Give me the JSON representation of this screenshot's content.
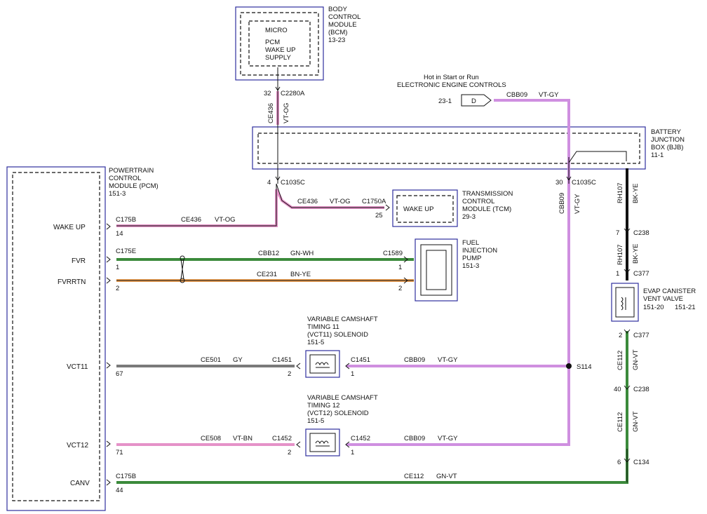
{
  "modules": {
    "bcm": {
      "name": [
        "BODY",
        "CONTROL",
        "MODULE",
        "(BCM)",
        "13-23"
      ],
      "inner": [
        "MICRO",
        "PCM",
        "WAKE UP",
        "SUPPLY"
      ]
    },
    "pcm": {
      "name": [
        "POWERTRAIN",
        "CONTROL",
        "MODULE (PCM)",
        "151-3"
      ]
    },
    "bjb": {
      "name": [
        "BATTERY",
        "JUNCTION",
        "BOX (BJB)",
        "11-1"
      ]
    },
    "tcm": {
      "name": [
        "TRANSMISSION",
        "CONTROL",
        "MODULE (TCM)",
        "29-3"
      ],
      "inner": "WAKE UP"
    },
    "fuel": {
      "name": [
        "FUEL",
        "INJECTION",
        "PUMP",
        "151-3"
      ]
    },
    "evap": {
      "name": [
        "EVAP CANISTER",
        "VENT VALVE"
      ],
      "ref1": "151-20",
      "ref2": "151-21"
    },
    "vct11": {
      "name": [
        "VARIABLE CAMSHAFT",
        "TIMING 11",
        "(VCT11) SOLENOID",
        "151-5"
      ]
    },
    "vct12": {
      "name": [
        "VARIABLE CAMSHAFT",
        "TIMING 12",
        "(VCT12) SOLENOID",
        "151-5"
      ]
    }
  },
  "hot": {
    "line1": "Hot in Start or Run",
    "line2": "ELECTRONIC ENGINE CONTROLS",
    "ref": "23-1",
    "letter": "D",
    "circuit": "CBB09",
    "color": "VT-GY"
  },
  "pins": {
    "wake_up": "WAKE UP",
    "fvr": "FVR",
    "fvrrtn": "FVRRTN",
    "vct11": "VCT11",
    "vct12": "VCT12",
    "canv": "CANV"
  },
  "labels": {
    "c2280a": "C2280A",
    "p32": "32",
    "ce436": "CE436",
    "vt_og": "VT-OG",
    "c1035c": "C1035C",
    "p4": "4",
    "p30": "30",
    "c1750a": "C1750A",
    "p25": "25",
    "c175b": "C175B",
    "p14": "14",
    "c175e": "C175E",
    "p1": "1",
    "p2": "2",
    "cbb12": "CBB12",
    "gn_wh": "GN-WH",
    "c1589": "C1589",
    "ce231": "CE231",
    "bn_ye": "BN-YE",
    "ce501": "CE501",
    "gy": "GY",
    "c1451": "C1451",
    "p67": "67",
    "cbb09": "CBB09",
    "vt_gy": "VT-GY",
    "s114": "S114",
    "ce508": "CE508",
    "vt_bn": "VT-BN",
    "c1452": "C1452",
    "p71": "71",
    "p44": "44",
    "ce112": "CE112",
    "gn_vt": "GN-VT",
    "rh107": "RH107",
    "bk_ye": "BK-YE",
    "c238": "C238",
    "p7": "7",
    "c377": "C377",
    "p40": "40",
    "c134": "C134",
    "p6": "6"
  },
  "wire_colors": {
    "pink": "#e592c8",
    "violet": "#cf8fe0",
    "green": "#3b8a3b",
    "orange": "#f0a152",
    "gray": "#7a7a7a",
    "black": "#111111"
  }
}
